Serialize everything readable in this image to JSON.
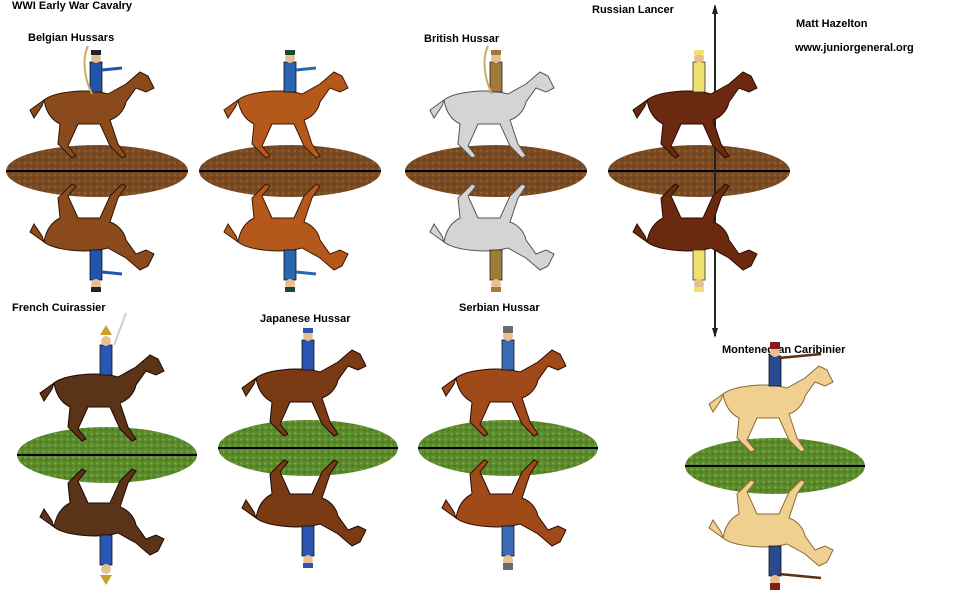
{
  "sheet": {
    "title": "WWI Early War Cavalry",
    "author": "Matt Hazelton",
    "website": "www.juniorgeneral.org"
  },
  "units": [
    {
      "label": "Belgian Hussars",
      "horse_color": "#8b4a1c",
      "rider_color": "#2255aa",
      "base": "dirt"
    },
    {
      "label": "",
      "horse_color": "#b5581b",
      "rider_color": "#2a67b0",
      "base": "dirt"
    },
    {
      "label": "British Hussar",
      "horse_color": "#d4d4d4",
      "rider_color": "#a07a3a",
      "base": "dirt"
    },
    {
      "label": "Russian Lancer",
      "horse_color": "#6b2a10",
      "rider_color": "#f0e070",
      "base": "dirt"
    },
    {
      "label": "French Cuirassier",
      "horse_color": "#5a3318",
      "rider_color": "#2a55b0",
      "base": "grass"
    },
    {
      "label": "Japanese Hussar",
      "horse_color": "#7a3a14",
      "rider_color": "#2a55b0",
      "base": "grass"
    },
    {
      "label": "Serbian Hussar",
      "horse_color": "#a04a1a",
      "rider_color": "#3a6ab8",
      "base": "grass"
    },
    {
      "label": "Montenegran Caribinier",
      "horse_color": "#f0d090",
      "rider_color": "#2a4a90",
      "base": "grass"
    }
  ],
  "colors": {
    "dirt": "#7a4a22",
    "dirt_light": "#9b6a3a",
    "grass": "#5a8a2a",
    "grass_light": "#86b04a",
    "fold_line": "#000000"
  }
}
